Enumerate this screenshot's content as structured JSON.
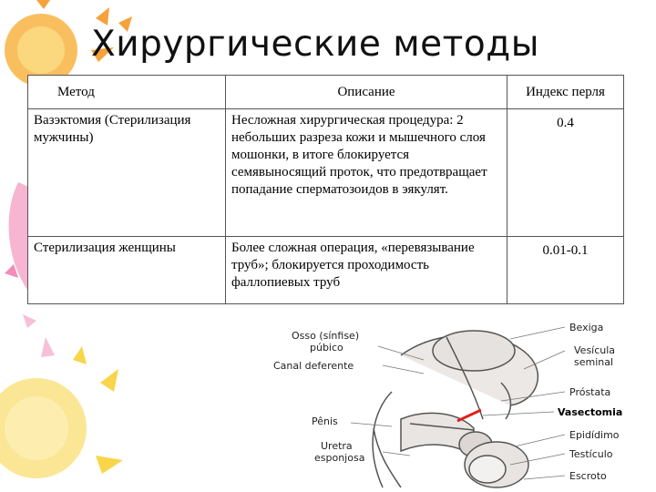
{
  "title": "Хирургические методы",
  "table": {
    "headers": [
      "Метод",
      "Описание",
      "Индекс перля"
    ],
    "rows": [
      {
        "method": "Вазэктомия (Стерилизация мужчины)",
        "description": "Несложная хирургическая процедура: 2 небольших разреза кожи и мышечного слоя мошонки, в итоге блокируется семявыносящий проток, что предотвращает попадание сперматозоидов в эякулят.",
        "index": "0.4"
      },
      {
        "method": "Стерилизация женщины",
        "description": "Более сложная операция, «перевязывание труб»; блокируется проходимость фаллопиевых труб",
        "index": "0.01-0.1"
      }
    ]
  },
  "diagram": {
    "labels_left": [
      "Osso (sínfise)",
      "púbico",
      "Canal deferente",
      "Pênis",
      "Uretra",
      "esponjosa"
    ],
    "labels_right": [
      "Bexiga",
      "Vesícula",
      "seminal",
      "Próstata",
      "Vasectomia",
      "Epidídimo",
      "Testículo",
      "Escroto"
    ]
  },
  "colors": {
    "accent_line": "#e02020",
    "sun": "#f7d84a",
    "sun_ray": "#f6a23c",
    "pink": "#f7b6d2"
  }
}
